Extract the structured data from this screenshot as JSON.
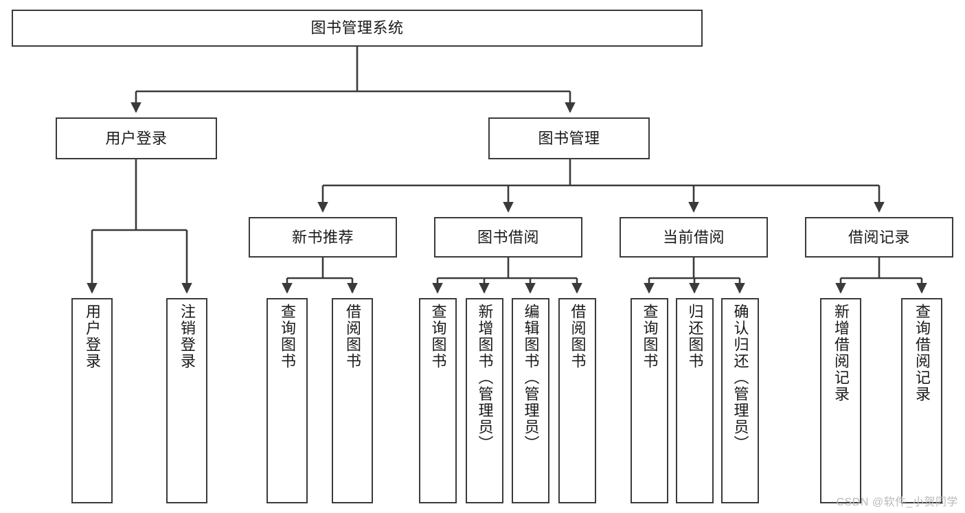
{
  "diagram": {
    "title": "图书管理系统",
    "type": "tree",
    "watermark": "CSDN @软件_小贺同学",
    "colors": {
      "box_border": "#3a3a3a",
      "box_fill": "#ffffff",
      "connector": "#3a3a3a",
      "text": "#1a1a1a",
      "watermark": "#b9b9b9",
      "background": "#ffffff"
    },
    "nodes": {
      "root": {
        "label": "图书管理系统"
      },
      "level2": [
        {
          "id": "user-login",
          "label": "用户登录"
        },
        {
          "id": "book-manage",
          "label": "图书管理"
        }
      ],
      "level3": [
        {
          "id": "new-book-recommend",
          "label": "新书推荐"
        },
        {
          "id": "book-borrow",
          "label": "图书借阅"
        },
        {
          "id": "current-borrow",
          "label": "当前借阅"
        },
        {
          "id": "borrow-record",
          "label": "借阅记录"
        }
      ],
      "leaves": {
        "user-login": [
          {
            "id": "leaf-user-login",
            "label": "用户登录"
          },
          {
            "id": "leaf-logout-login",
            "label": "注销登录"
          }
        ],
        "new-book-recommend": [
          {
            "id": "leaf-query-book-1",
            "label": "查询图书"
          },
          {
            "id": "leaf-borrow-book-1",
            "label": "借阅图书"
          }
        ],
        "book-borrow": [
          {
            "id": "leaf-query-book-2",
            "label": "查询图书"
          },
          {
            "id": "leaf-add-book",
            "label": "新增图书（管理员）"
          },
          {
            "id": "leaf-edit-book",
            "label": "编辑图书（管理员）"
          },
          {
            "id": "leaf-borrow-book-2",
            "label": "借阅图书"
          }
        ],
        "current-borrow": [
          {
            "id": "leaf-query-book-3",
            "label": "查询图书"
          },
          {
            "id": "leaf-return-book",
            "label": "归还图书"
          },
          {
            "id": "leaf-confirm-return",
            "label": "确认归还（管理员）"
          }
        ],
        "borrow-record": [
          {
            "id": "leaf-add-record",
            "label": "新增借阅记录"
          },
          {
            "id": "leaf-query-record",
            "label": "查询借阅记录"
          }
        ]
      }
    }
  }
}
